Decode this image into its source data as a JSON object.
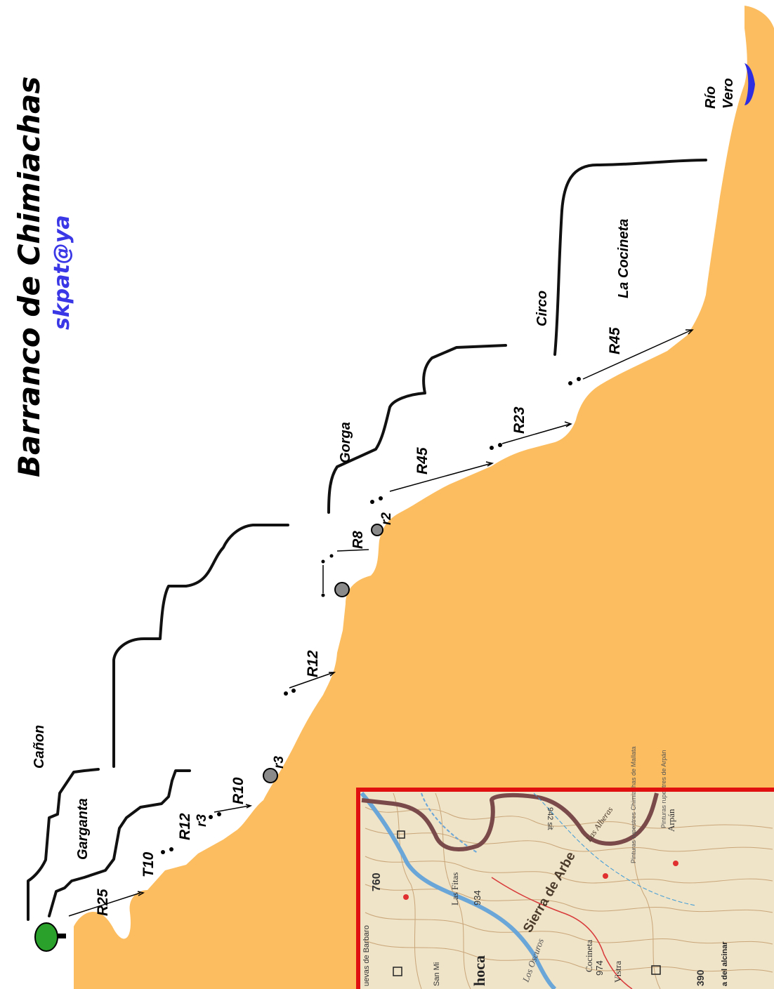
{
  "title": "Barranco de Chimiachas",
  "author": "skpat@ya",
  "colors": {
    "rock": "#fbbd5f",
    "wall": "#111111",
    "river": "#2e2ee0",
    "author": "#3a37e6",
    "map_border": "#e01010",
    "map_bg": "#efe3c8"
  },
  "section_labels": {
    "canon": "Cañon",
    "garganta": "Garganta",
    "gorga": "Gorga",
    "circo": "Circo",
    "cocineta": "La Cocineta",
    "rio1": "Río",
    "rio2": "Vero"
  },
  "rappels": {
    "r25": "R25",
    "t10": "T10",
    "r12a": "R12",
    "r3a": "r3",
    "r10": "R10",
    "r3b": "r3",
    "r12b": "R12",
    "r8": "R8",
    "r2": "r2",
    "r45a": "R45",
    "r23": "R23",
    "r45b": "R45"
  },
  "map_labels": {
    "m760": "760",
    "m934": "934",
    "m974": "974",
    "m390": "390",
    "sierra": "Sierra de Arbe",
    "lososcuros": "Los Oscuros",
    "cocineta": "Cocineta",
    "vistra": "Vistra",
    "lasfitas": "Las Fitas",
    "alberas": "Las Alberas",
    "arpan": "Arpán",
    "calcinar": "a del alcinar",
    "chocar": "hoca",
    "barbarol": "uevas de Barbaro",
    "sanmiguel": "San Mi",
    "pinturas1": "Pinturas rupestres Chimiachas de Mallata",
    "pinturas2": "Pinturas rupestres de Arpán",
    "sit942": "942 sit"
  }
}
